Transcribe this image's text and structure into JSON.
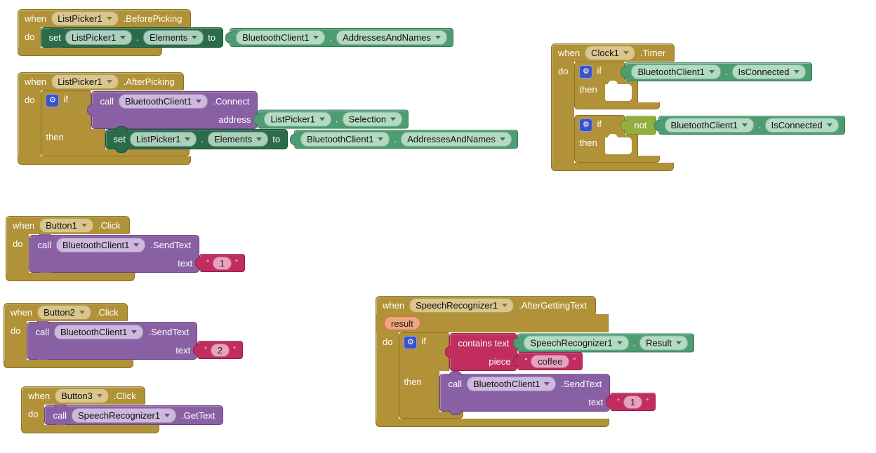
{
  "labels": {
    "when": "when",
    "do": "do",
    "then": "then",
    "if": "if",
    "set": "set",
    "to": "to",
    "call": "call",
    "not": "not",
    "address": "address",
    "text": "text",
    "piece": "piece",
    "contains_text": "contains text",
    "dot": ".",
    "quote_open": "“",
    "quote_close": "”"
  },
  "icons": {
    "gear": "⚙"
  },
  "colors": {
    "event_gold": "#B19238",
    "setter_green": "#2A6B4A",
    "getter_green": "#4E9C72",
    "method_purple": "#8A60A4",
    "text_crimson": "#C12D5E",
    "logic_olive": "#93AD3E",
    "param_chip_orange": "#F0A57E",
    "mutator_blue": "#3B53C6"
  },
  "groups": {
    "beforePicking": {
      "component": "ListPicker1",
      "event": ".BeforePicking",
      "set": {
        "component": "ListPicker1",
        "property": "Elements"
      },
      "value": {
        "component": "BluetoothClient1",
        "property": "AddressesAndNames"
      }
    },
    "afterPicking": {
      "component": "ListPicker1",
      "event": ".AfterPicking",
      "connect": {
        "component": "BluetoothClient1",
        "method": ".Connect"
      },
      "address": {
        "component": "ListPicker1",
        "property": "Selection"
      },
      "set": {
        "component": "ListPicker1",
        "property": "Elements"
      },
      "value": {
        "component": "BluetoothClient1",
        "property": "AddressesAndNames"
      }
    },
    "clockTimer": {
      "component": "Clock1",
      "event": ".Timer",
      "cond1": {
        "component": "BluetoothClient1",
        "property": "IsConnected"
      },
      "cond2": {
        "component": "BluetoothClient1",
        "property": "IsConnected"
      }
    },
    "button1Click": {
      "component": "Button1",
      "event": ".Click",
      "call": {
        "component": "BluetoothClient1",
        "method": ".SendText"
      },
      "text_value": "1"
    },
    "button2Click": {
      "component": "Button2",
      "event": ".Click",
      "call": {
        "component": "BluetoothClient1",
        "method": ".SendText"
      },
      "text_value": "2"
    },
    "button3Click": {
      "component": "Button3",
      "event": ".Click",
      "call": {
        "component": "SpeechRecognizer1",
        "method": ".GetText"
      }
    },
    "speechAfter": {
      "component": "SpeechRecognizer1",
      "event": ".AfterGettingText",
      "param": "result",
      "cond": {
        "component": "SpeechRecognizer1",
        "property": "Result"
      },
      "piece_value": "coffee",
      "call": {
        "component": "BluetoothClient1",
        "method": ".SendText"
      },
      "text_value": "1"
    }
  }
}
